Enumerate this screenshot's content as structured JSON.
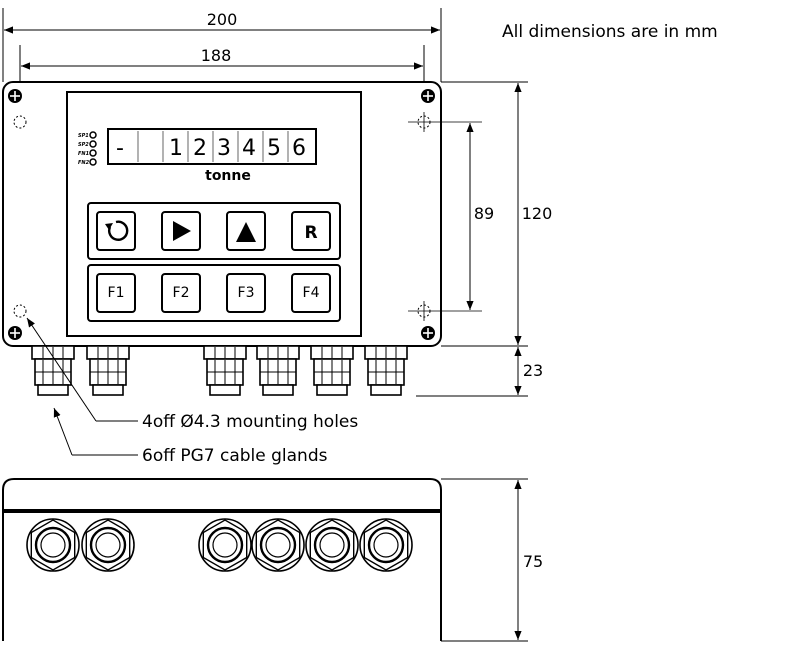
{
  "notes": {
    "units": "All dimensions are in mm",
    "mounting_holes": "4off Ø4.3 mounting holes",
    "cable_glands": "6off PG7 cable glands"
  },
  "dimensions": {
    "overall_width": "200",
    "hole_spacing_width": "188",
    "overall_height": "120",
    "hole_spacing_height": "89",
    "gland_length": "23",
    "depth": "75"
  },
  "display": {
    "sign": "-",
    "digits": [
      "1",
      "2",
      "3",
      "4",
      "5",
      "6"
    ],
    "unit": "tonne",
    "indicators": [
      "SP1",
      "SP2",
      "FN1",
      "FN2"
    ]
  },
  "keypad": {
    "top_row_icons": [
      "cycle-arrow-icon",
      "play-right-icon",
      "triangle-up-icon",
      "reset-r-icon"
    ],
    "reset_label": "R",
    "function_keys": [
      "F1",
      "F2",
      "F3",
      "F4"
    ]
  }
}
